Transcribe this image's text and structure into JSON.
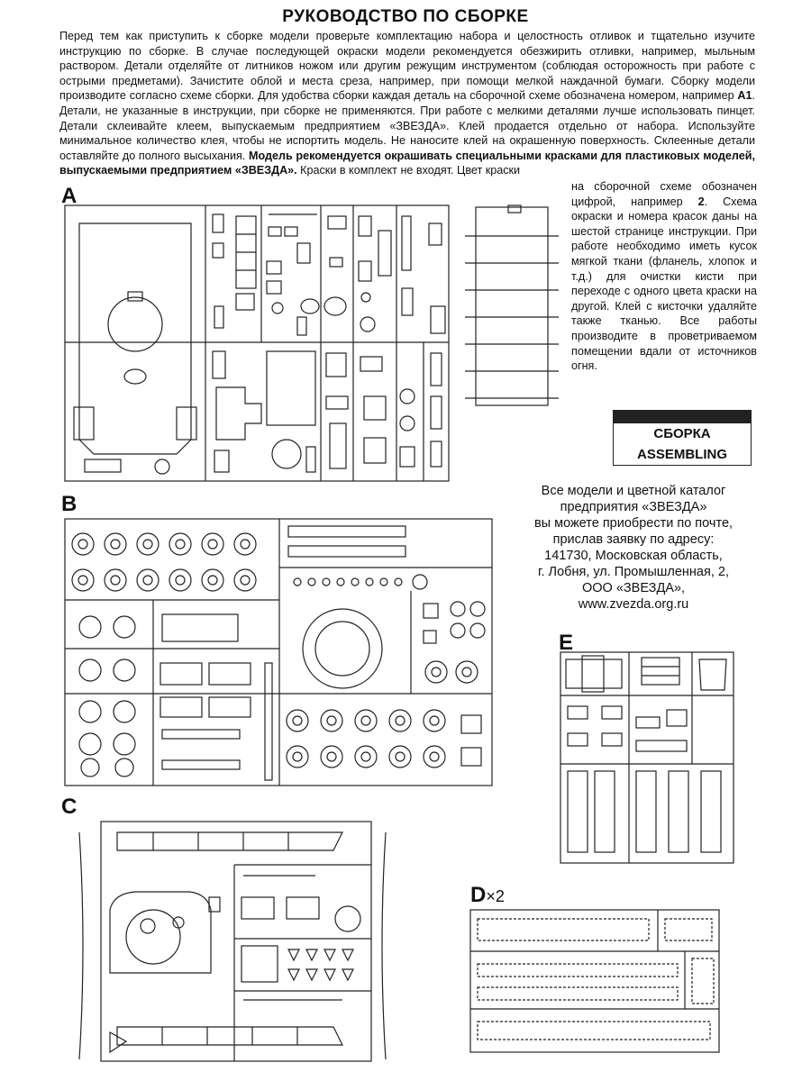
{
  "title": "РУКОВОДСТВО ПО СБОРКЕ",
  "intro_text_1": "Перед тем как приступить к сборке модели проверьте комплектацию набора и целостность отливок и тщательно изучите инструкцию по сборке. В случае последующей окраски модели рекомендуется обезжирить отливки, например, мыльным раствором. Детали отделяйте от литников ножом или другим режущим инструментом (соблюдая осторожность при работе с острыми предметами). Зачистите облой и места среза, например, при помощи мелкой наждачной бумаги. Сборку модели производите согласно схеме сборки. Для удобства сборки каждая деталь на сборочной схеме обозначена номером, например ",
  "intro_example": "А1",
  "intro_text_2": ". Детали, не указанные в инструкции, при сборке не применяются. При работе с мелкими деталями лучше использовать пинцет. Детали склеивайте клеем, выпускаемым предприятием «ЗВЕЗДА». Клей продается отдельно от набора. Используйте минимальное количество клея, чтобы не испортить модель. Не наносите клей на окрашенную поверхность. Склеенные детали оставляйте до полного высыхания. ",
  "intro_bold": "Модель рекомендуется окрашивать специальными красками для пластиковых моделей, выпускаемыми предприятием «ЗВЕЗДА».",
  "intro_text_3": " Краски в комплект не входят. Цвет краски",
  "side_text_1": "на сборочной схеме обозначен цифрой, например ",
  "side_example": "2",
  "side_text_2": ". Схема окраски и номера красок даны на шестой странице инструкции. При работе необходимо иметь кусок мягкой ткани (фланель, хлопок и т.д.) для очистки кисти при переходе с одного цвета краски на другой. Клей с кисточки удаляйте также тканью. Все работы производите в проветриваемом помещении вдали от источников огня.",
  "assembly_ru": "СБОРКА",
  "assembly_en": "ASSEMBLING",
  "catalog": {
    "line1": "Все модели и цветной каталог",
    "line2": "предприятия «ЗВЕЗДА»",
    "line3": "вы можете приобрести по почте,",
    "line4": "прислав заявку по адресу:",
    "line5": "141730, Московская область,",
    "line6": "г. Лобня, ул. Промышленная, 2,",
    "line7": "ООО «ЗВЕЗДА»,",
    "line8": "www.zvezda.org.ru"
  },
  "sprues": {
    "A": "A",
    "B": "B",
    "C": "C",
    "D": "D",
    "D_qty": "×2",
    "E": "E"
  },
  "colors": {
    "ink": "#111111",
    "paper": "#ffffff"
  }
}
